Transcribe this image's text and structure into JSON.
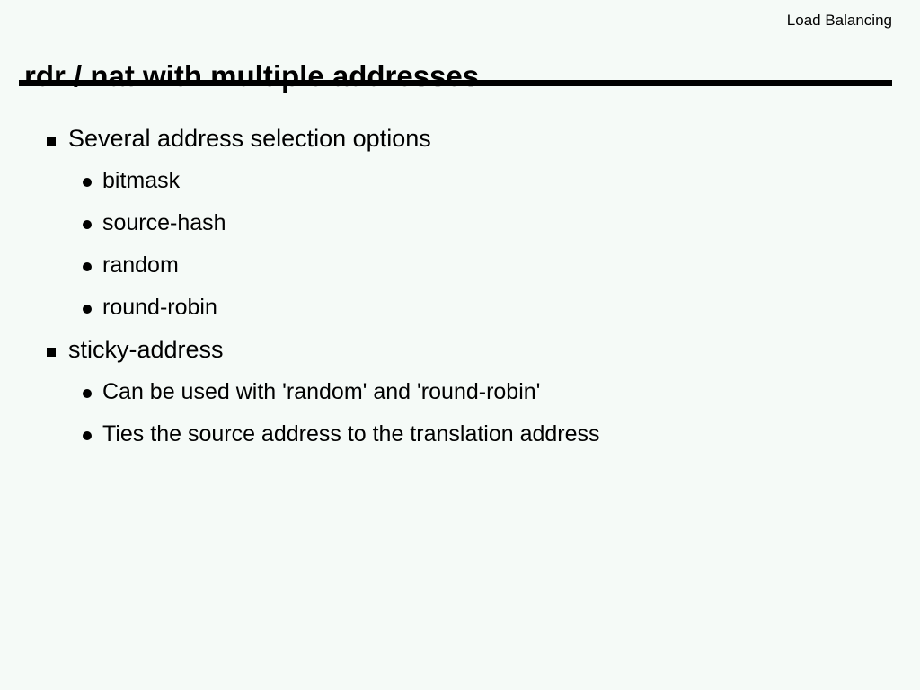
{
  "slide": {
    "header": "Load Balancing",
    "title": "rdr / nat with multiple addresses",
    "colors": {
      "background": "#f5faf7",
      "text": "#000000",
      "rule": "#000000"
    },
    "bullets": [
      {
        "level": 1,
        "marker": "square-bullet",
        "text": "Several address selection options",
        "children": [
          {
            "level": 2,
            "marker": "round-bullet",
            "text": "bitmask"
          },
          {
            "level": 2,
            "marker": "round-bullet",
            "text": "source-hash"
          },
          {
            "level": 2,
            "marker": "round-bullet",
            "text": "random"
          },
          {
            "level": 2,
            "marker": "round-bullet",
            "text": "round-robin"
          }
        ]
      },
      {
        "level": 1,
        "marker": "square-bullet",
        "text": "sticky-address",
        "children": [
          {
            "level": 2,
            "marker": "round-bullet",
            "text": "Can be used with 'random' and 'round-robin'"
          },
          {
            "level": 2,
            "marker": "round-bullet",
            "text": "Ties the source address to the translation address"
          }
        ]
      }
    ]
  }
}
